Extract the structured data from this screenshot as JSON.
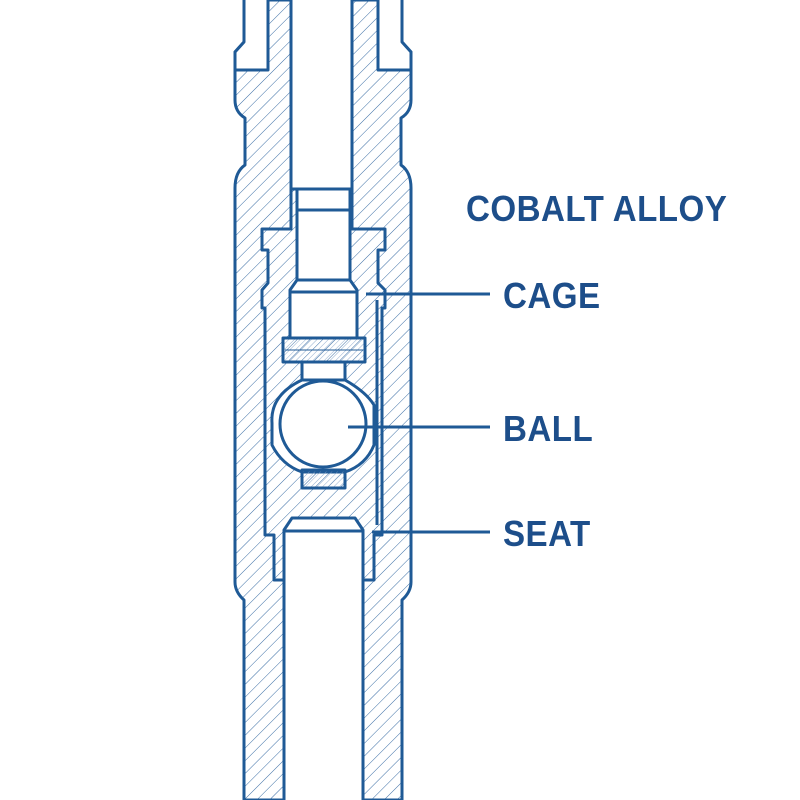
{
  "diagram": {
    "title": "COBALT ALLOY",
    "labels": [
      {
        "id": "cage",
        "text": "CAGE"
      },
      {
        "id": "ball",
        "text": "BALL"
      },
      {
        "id": "seat",
        "text": "SEAT"
      }
    ],
    "colors": {
      "line": "#1f5a96",
      "text": "#1d4e8a",
      "hatch": "#3b6ea5",
      "background": "#ffffff"
    }
  }
}
